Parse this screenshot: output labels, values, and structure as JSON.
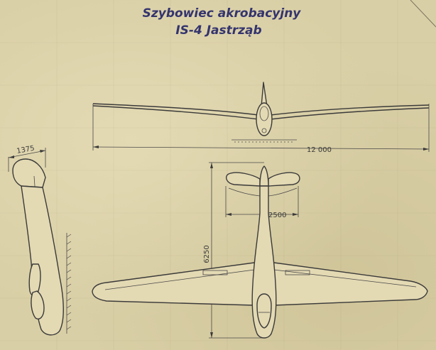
{
  "title": {
    "line1": "Szybowiec akrobacyjny",
    "line2": "IS-4 Jastrząb"
  },
  "dimensions": {
    "wingspan": "12 000",
    "length": "6250",
    "tail_span": "2500",
    "fuselage_height": "1375"
  }
}
